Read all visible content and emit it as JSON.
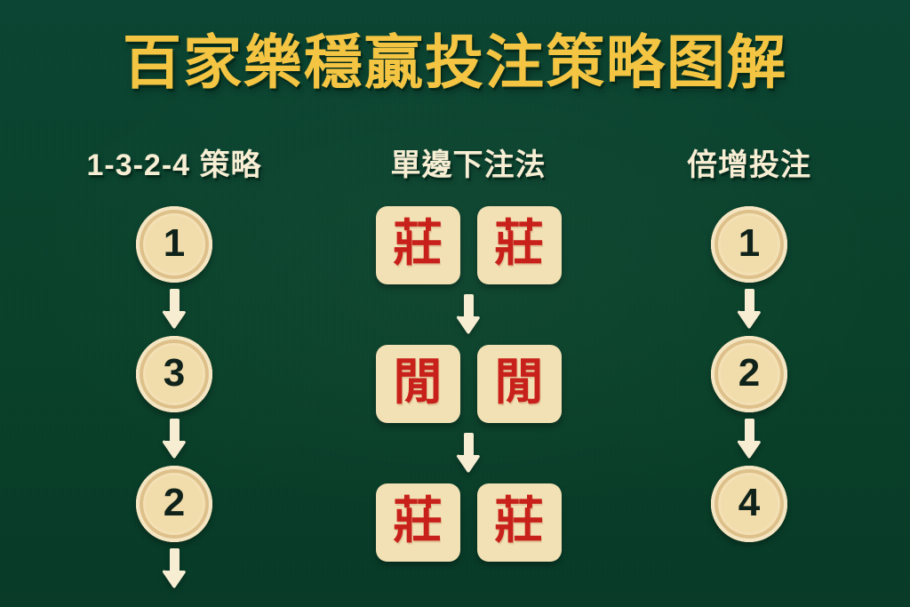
{
  "page": {
    "title": "百家樂穩贏投注策略图解",
    "background_color": "#0a4230",
    "title_color": "#f4c543",
    "heading_color": "#f7eed4",
    "chip_color": "#f1dcab",
    "card_color": "#f2e1b4",
    "card_text_color": "#c8201a",
    "arrow_color": "#f7edd3"
  },
  "columns": [
    {
      "heading": "1-3-2-4 策略",
      "type": "chip-stack",
      "steps": [
        "1",
        "3",
        "2"
      ],
      "trailing_arrow": true
    },
    {
      "heading": "單邊下注法",
      "type": "card-grid",
      "rows": [
        {
          "cards": [
            "莊",
            "莊"
          ]
        },
        {
          "cards": [
            "閒",
            "閒"
          ]
        },
        {
          "cards": [
            "莊",
            "莊"
          ]
        }
      ]
    },
    {
      "heading": "倍增投注",
      "type": "chip-stack",
      "steps": [
        "1",
        "2",
        "4"
      ],
      "trailing_arrow": false
    }
  ],
  "icons": {
    "arrow_down": "arrow-down-icon"
  }
}
